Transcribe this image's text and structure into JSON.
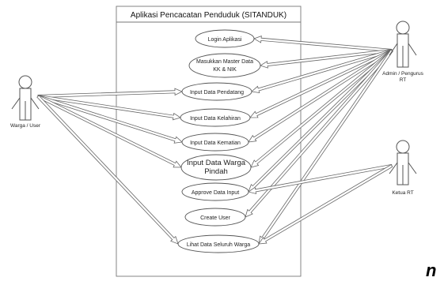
{
  "system": {
    "title": "Aplikasi Pencacatan Penduduk (SITANDUK)"
  },
  "actors": {
    "warga": {
      "label": "Warga / User"
    },
    "admin": {
      "label_line1": "Admin / Pengurus",
      "label_line2": "RT"
    },
    "ketua": {
      "label": "Ketua RT"
    }
  },
  "use_cases": [
    {
      "id": "login",
      "lines": [
        "Login Aplikasi"
      ]
    },
    {
      "id": "master",
      "lines": [
        "Masukkan Master Data",
        "KK & NIK"
      ]
    },
    {
      "id": "pendatang",
      "lines": [
        "Input Data Pendatang"
      ]
    },
    {
      "id": "kelahiran",
      "lines": [
        "Input Data Kelahiran"
      ]
    },
    {
      "id": "kematian",
      "lines": [
        "Input Data Kematian"
      ]
    },
    {
      "id": "pindah",
      "lines": [
        "Input Data Warga",
        "Pindah"
      ]
    },
    {
      "id": "approve",
      "lines": [
        "Approve Data Input"
      ]
    },
    {
      "id": "create",
      "lines": [
        "Create User"
      ]
    },
    {
      "id": "lihat",
      "lines": [
        "Lihat Data Seluruh Warga"
      ]
    }
  ],
  "associations": [
    {
      "actor": "warga",
      "use_case": "pendatang"
    },
    {
      "actor": "warga",
      "use_case": "kelahiran"
    },
    {
      "actor": "warga",
      "use_case": "kematian"
    },
    {
      "actor": "warga",
      "use_case": "pindah"
    },
    {
      "actor": "warga",
      "use_case": "lihat"
    },
    {
      "actor": "admin",
      "use_case": "login"
    },
    {
      "actor": "admin",
      "use_case": "master"
    },
    {
      "actor": "admin",
      "use_case": "pendatang"
    },
    {
      "actor": "admin",
      "use_case": "kelahiran"
    },
    {
      "actor": "admin",
      "use_case": "kematian"
    },
    {
      "actor": "admin",
      "use_case": "pindah"
    },
    {
      "actor": "admin",
      "use_case": "approve"
    },
    {
      "actor": "admin",
      "use_case": "create"
    },
    {
      "actor": "admin",
      "use_case": "lihat"
    },
    {
      "actor": "ketua",
      "use_case": "approve"
    },
    {
      "actor": "ketua",
      "use_case": "lihat"
    }
  ],
  "fragment_text": "n"
}
